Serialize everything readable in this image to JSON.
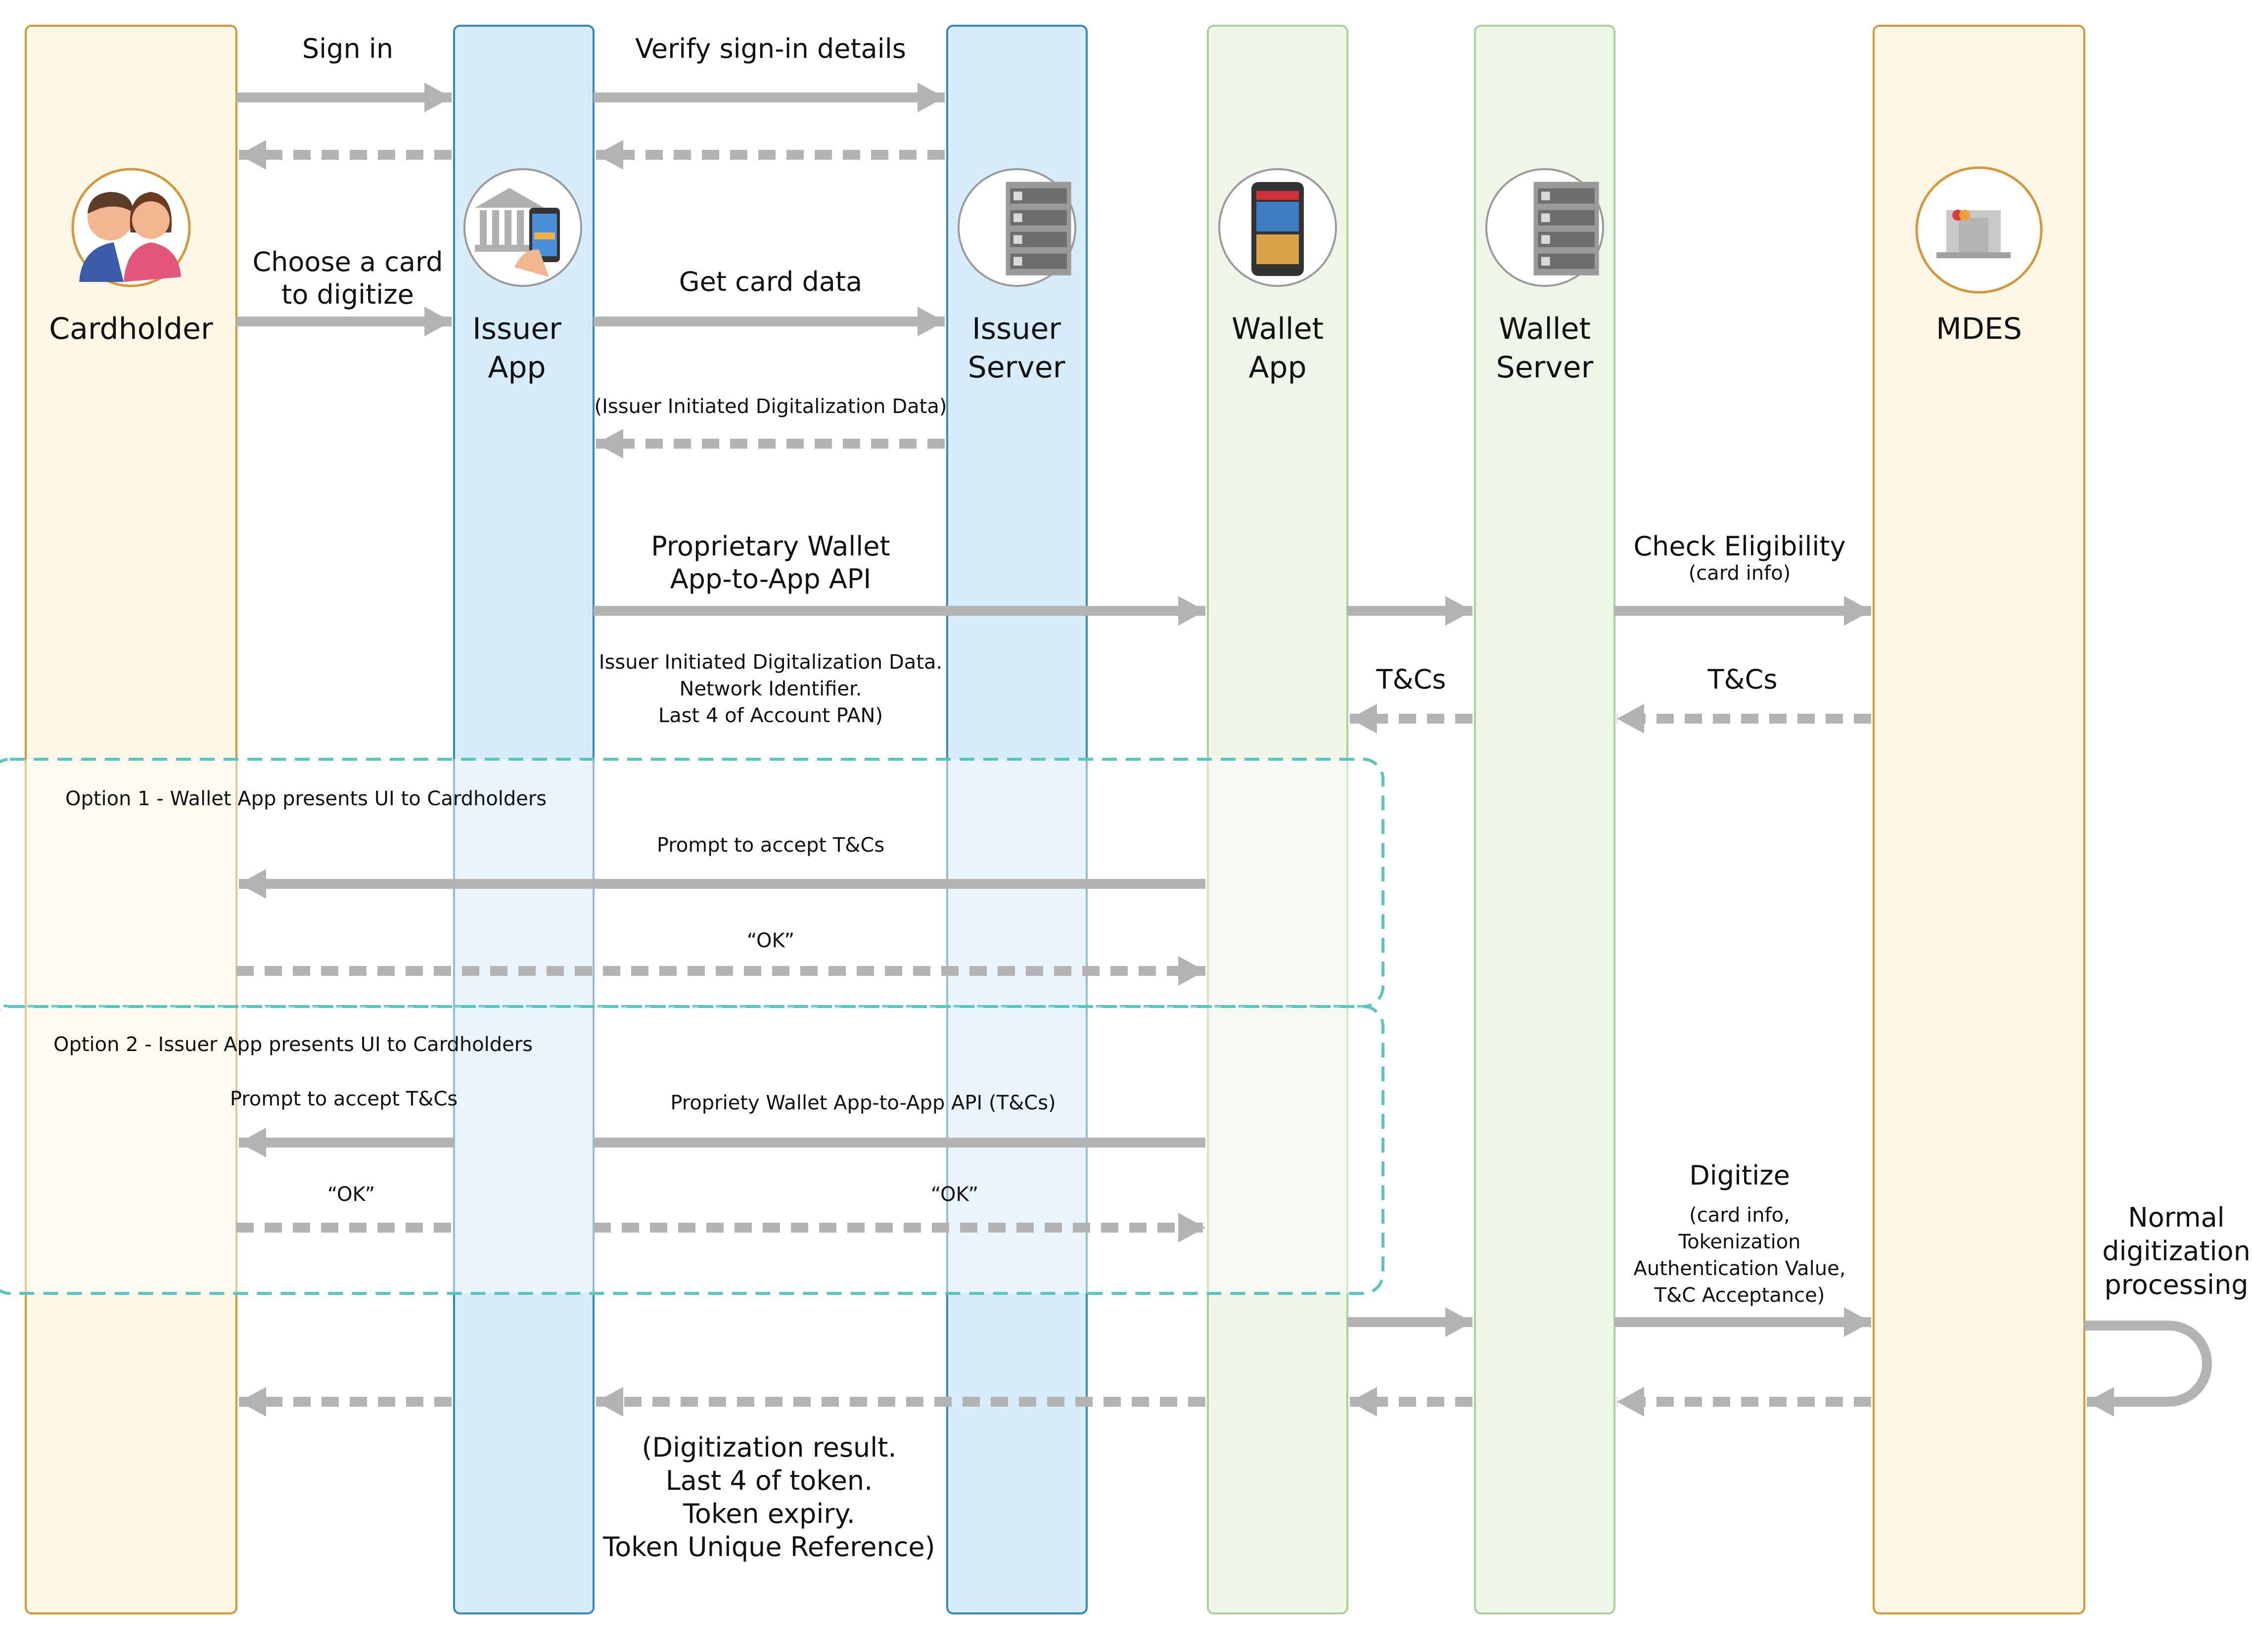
{
  "colors": {
    "orange_fill": "#fff7e6",
    "orange_stroke": "#d4973a",
    "blue_fill": "#d7ecfa",
    "blue_stroke": "#3a86bf",
    "green_fill": "#eef6e8",
    "green_stroke": "#a9d29a",
    "arrow": "#b3b3b3",
    "option_border": "#5bc4c0"
  },
  "lanes": [
    {
      "id": "cardholder",
      "label_lines": [
        "Cardholder"
      ],
      "icon": "people-icon"
    },
    {
      "id": "issuer-app",
      "label_lines": [
        "Issuer",
        "App"
      ],
      "icon": "bank-phone-icon"
    },
    {
      "id": "issuer-server",
      "label_lines": [
        "Issuer",
        "Server"
      ],
      "icon": "server-icon"
    },
    {
      "id": "wallet-app",
      "label_lines": [
        "Wallet",
        "App"
      ],
      "icon": "wallet-phone-icon"
    },
    {
      "id": "wallet-server",
      "label_lines": [
        "Wallet",
        "Server"
      ],
      "icon": "server-icon"
    },
    {
      "id": "mdes",
      "label_lines": [
        "MDES"
      ],
      "icon": "building-icon"
    }
  ],
  "messages": {
    "sign_in": [
      "Sign in"
    ],
    "verify": [
      "Verify sign-in details"
    ],
    "choose_card": [
      "Choose a card",
      "to digitize"
    ],
    "get_card_data": [
      "Get card data"
    ],
    "issuer_data": [
      "(Issuer Initiated Digitalization Data)"
    ],
    "proprietary_api": [
      "Proprietary Wallet",
      "App-to-App API"
    ],
    "check_eligibility": [
      "Check Eligibility"
    ],
    "card_info": [
      "(card info)"
    ],
    "api_payload": [
      "Issuer Initiated Digitalization Data.",
      "Network Identifier.",
      "Last 4 of Account PAN)"
    ],
    "tcs_wallet": [
      "T&Cs"
    ],
    "tcs_mdes": [
      "T&Cs"
    ],
    "opt1_prompt": [
      "Prompt to accept T&Cs"
    ],
    "opt1_ok": [
      "“OK”"
    ],
    "opt2_prompt": [
      "Prompt to accept T&Cs"
    ],
    "opt2_api": [
      "Propriety Wallet App-to-App API (T&Cs)"
    ],
    "opt2_ok_left": [
      "“OK”"
    ],
    "opt2_ok_right": [
      "“OK”"
    ],
    "digitize": [
      "Digitize"
    ],
    "digitize_detail": [
      "(card info,",
      "Tokenization",
      "Authentication Value,",
      "T&C Acceptance)"
    ],
    "normal_processing": [
      "Normal",
      "digitization",
      "processing"
    ],
    "result": [
      "(Digitization result.",
      "Last 4 of token.",
      "Token expiry.",
      "Token Unique Reference)"
    ]
  },
  "options": {
    "option1": "Option 1 - Wallet App presents UI to Cardholders",
    "option2": "Option 2 - Issuer App presents UI to Cardholders"
  }
}
